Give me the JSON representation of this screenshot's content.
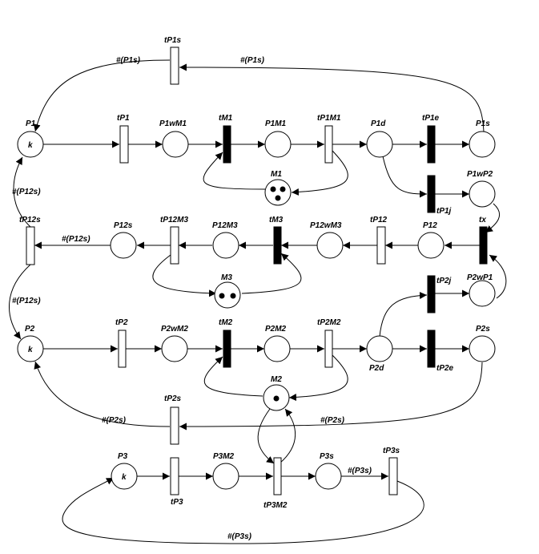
{
  "places": [
    {
      "id": "P1",
      "label": "P1",
      "tokens_label": "k"
    },
    {
      "id": "P1wM1",
      "label": "P1wM1"
    },
    {
      "id": "P1M1",
      "label": "P1M1"
    },
    {
      "id": "P1d",
      "label": "P1d"
    },
    {
      "id": "P1s",
      "label": "P1s"
    },
    {
      "id": "M1",
      "label": "M1",
      "tokens": 3
    },
    {
      "id": "P1wP2",
      "label": "P1wP2"
    },
    {
      "id": "P12",
      "label": "P12"
    },
    {
      "id": "P12wM3",
      "label": "P12wM3"
    },
    {
      "id": "P12M3",
      "label": "P12M3"
    },
    {
      "id": "P12s",
      "label": "P12s"
    },
    {
      "id": "M3",
      "label": "M3",
      "tokens": 2
    },
    {
      "id": "P2wP1",
      "label": "P2wP1"
    },
    {
      "id": "P2",
      "label": "P2",
      "tokens_label": "k"
    },
    {
      "id": "P2wM2",
      "label": "P2wM2"
    },
    {
      "id": "P2M2",
      "label": "P2M2"
    },
    {
      "id": "P2d",
      "label": "P2d"
    },
    {
      "id": "P2s",
      "label": "P2s"
    },
    {
      "id": "M2",
      "label": "M2",
      "tokens": 1
    },
    {
      "id": "P3",
      "label": "P3",
      "tokens_label": "k"
    },
    {
      "id": "P3M2",
      "label": "P3M2"
    },
    {
      "id": "P3s",
      "label": "P3s"
    }
  ],
  "transitions": [
    {
      "id": "tP1s",
      "label": "tP1s",
      "style": "open"
    },
    {
      "id": "tP1",
      "label": "tP1",
      "style": "open"
    },
    {
      "id": "tM1",
      "label": "tM1",
      "style": "filled"
    },
    {
      "id": "tP1M1",
      "label": "tP1M1",
      "style": "open"
    },
    {
      "id": "tP1e",
      "label": "tP1e",
      "style": "filled"
    },
    {
      "id": "tP1j",
      "label": "tP1j",
      "style": "filled"
    },
    {
      "id": "tP12s",
      "label": "tP12s",
      "style": "open"
    },
    {
      "id": "tP12M3",
      "label": "tP12M3",
      "style": "open"
    },
    {
      "id": "tM3",
      "label": "tM3",
      "style": "filled"
    },
    {
      "id": "tP12",
      "label": "tP12",
      "style": "open"
    },
    {
      "id": "tx",
      "label": "tx",
      "style": "filled"
    },
    {
      "id": "tP2j",
      "label": "tP2j",
      "style": "filled"
    },
    {
      "id": "tP2",
      "label": "tP2",
      "style": "open"
    },
    {
      "id": "tM2",
      "label": "tM2",
      "style": "filled"
    },
    {
      "id": "tP2M2",
      "label": "tP2M2",
      "style": "open"
    },
    {
      "id": "tP2e",
      "label": "tP2e",
      "style": "filled"
    },
    {
      "id": "tP2s",
      "label": "tP2s",
      "style": "open"
    },
    {
      "id": "tP3",
      "label": "tP3",
      "style": "open"
    },
    {
      "id": "tP3M2",
      "label": "tP3M2",
      "style": "open"
    },
    {
      "id": "tP3s",
      "label": "tP3s",
      "style": "open"
    }
  ],
  "arc_labels": {
    "p1s_left": "#(P1s)",
    "p1s_right": "#(P1s)",
    "p12s_upper": "#(P12s)",
    "p12s_mid": "#(P12s)",
    "p12s_lower": "#(P12s)",
    "p2s_left": "#(P2s)",
    "p2s_right": "#(P2s)",
    "p3s_right": "#(P3s)",
    "p3s_bottom": "#(P3s)"
  }
}
